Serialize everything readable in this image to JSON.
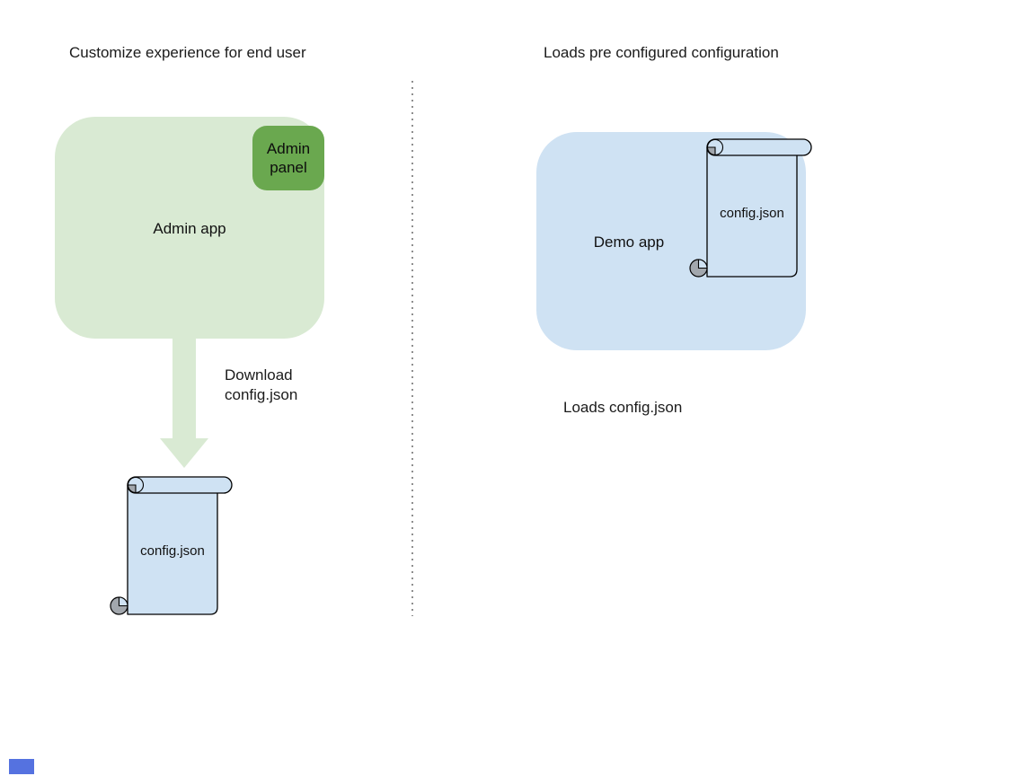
{
  "left": {
    "title": "Customize experience for end user",
    "admin_app_label": "Admin app",
    "admin_panel_label": "Admin panel",
    "arrow_caption": "Download\nconfig.json",
    "scroll_label": "config.json"
  },
  "right": {
    "title": "Loads pre configured configuration",
    "demo_app_label": "Demo app",
    "scroll_label": "config.json",
    "caption": "Loads config.json"
  },
  "colors": {
    "app_light_green": "#d9ead3",
    "panel_green": "#6aa84f",
    "light_blue": "#cfe2f3",
    "scroll_roll_gray": "#a2a7ad",
    "shape_outline": "#000000",
    "text": "#1a1a1a",
    "divider_gray": "#8f8f8f",
    "corner_artifact_blue": "#5572e0"
  }
}
